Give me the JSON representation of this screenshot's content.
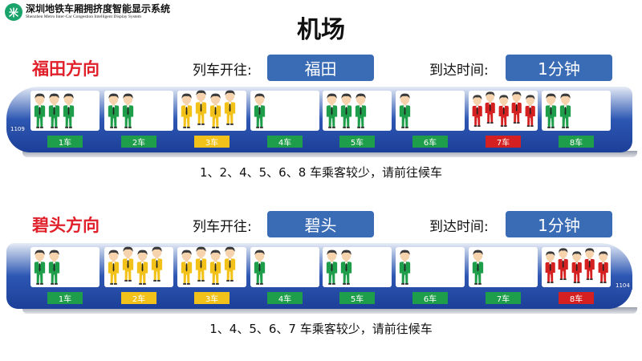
{
  "logo": {
    "mark": "米",
    "cn": "深圳地铁车厢拥挤度智能显示系统",
    "en": "Shenzhen Metro Inter-Car Congestion Intelligent Display System"
  },
  "station": "机场",
  "colors": {
    "green": "#1e9e4a",
    "yellow": "#f2c21a",
    "red": "#d42020",
    "box": "#3a6bb5"
  },
  "trains": [
    {
      "direction": "福田方向",
      "to_label": "列车开往:",
      "to": "福田",
      "arrive_label": "到达时间:",
      "arrive": "1分钟",
      "number": "1109",
      "cars": [
        {
          "label": "1车",
          "count": 3,
          "level": "green"
        },
        {
          "label": "2车",
          "count": 2,
          "level": "green"
        },
        {
          "label": "3车",
          "count": 4,
          "level": "yellow"
        },
        {
          "label": "4车",
          "count": 1,
          "level": "green"
        },
        {
          "label": "5车",
          "count": 3,
          "level": "green"
        },
        {
          "label": "6车",
          "count": 1,
          "level": "green"
        },
        {
          "label": "7车",
          "count": 5,
          "level": "red"
        },
        {
          "label": "8车",
          "count": 2,
          "level": "green"
        }
      ],
      "caption": "1、2、4、5、6、8 车乘客较少，请前往候车"
    },
    {
      "direction": "碧头方向",
      "to_label": "列车开往:",
      "to": "碧头",
      "arrive_label": "到达时间:",
      "arrive": "1分钟",
      "number": "1104",
      "cars": [
        {
          "label": "1车",
          "count": 2,
          "level": "green"
        },
        {
          "label": "2车",
          "count": 4,
          "level": "yellow"
        },
        {
          "label": "3车",
          "count": 4,
          "level": "yellow"
        },
        {
          "label": "4车",
          "count": 1,
          "level": "green"
        },
        {
          "label": "5车",
          "count": 2,
          "level": "green"
        },
        {
          "label": "6车",
          "count": 1,
          "level": "green"
        },
        {
          "label": "7车",
          "count": 1,
          "level": "green"
        },
        {
          "label": "8车",
          "count": 5,
          "level": "red"
        }
      ],
      "caption": "1、4、5、6、7 车乘客较少，请前往候车"
    }
  ]
}
